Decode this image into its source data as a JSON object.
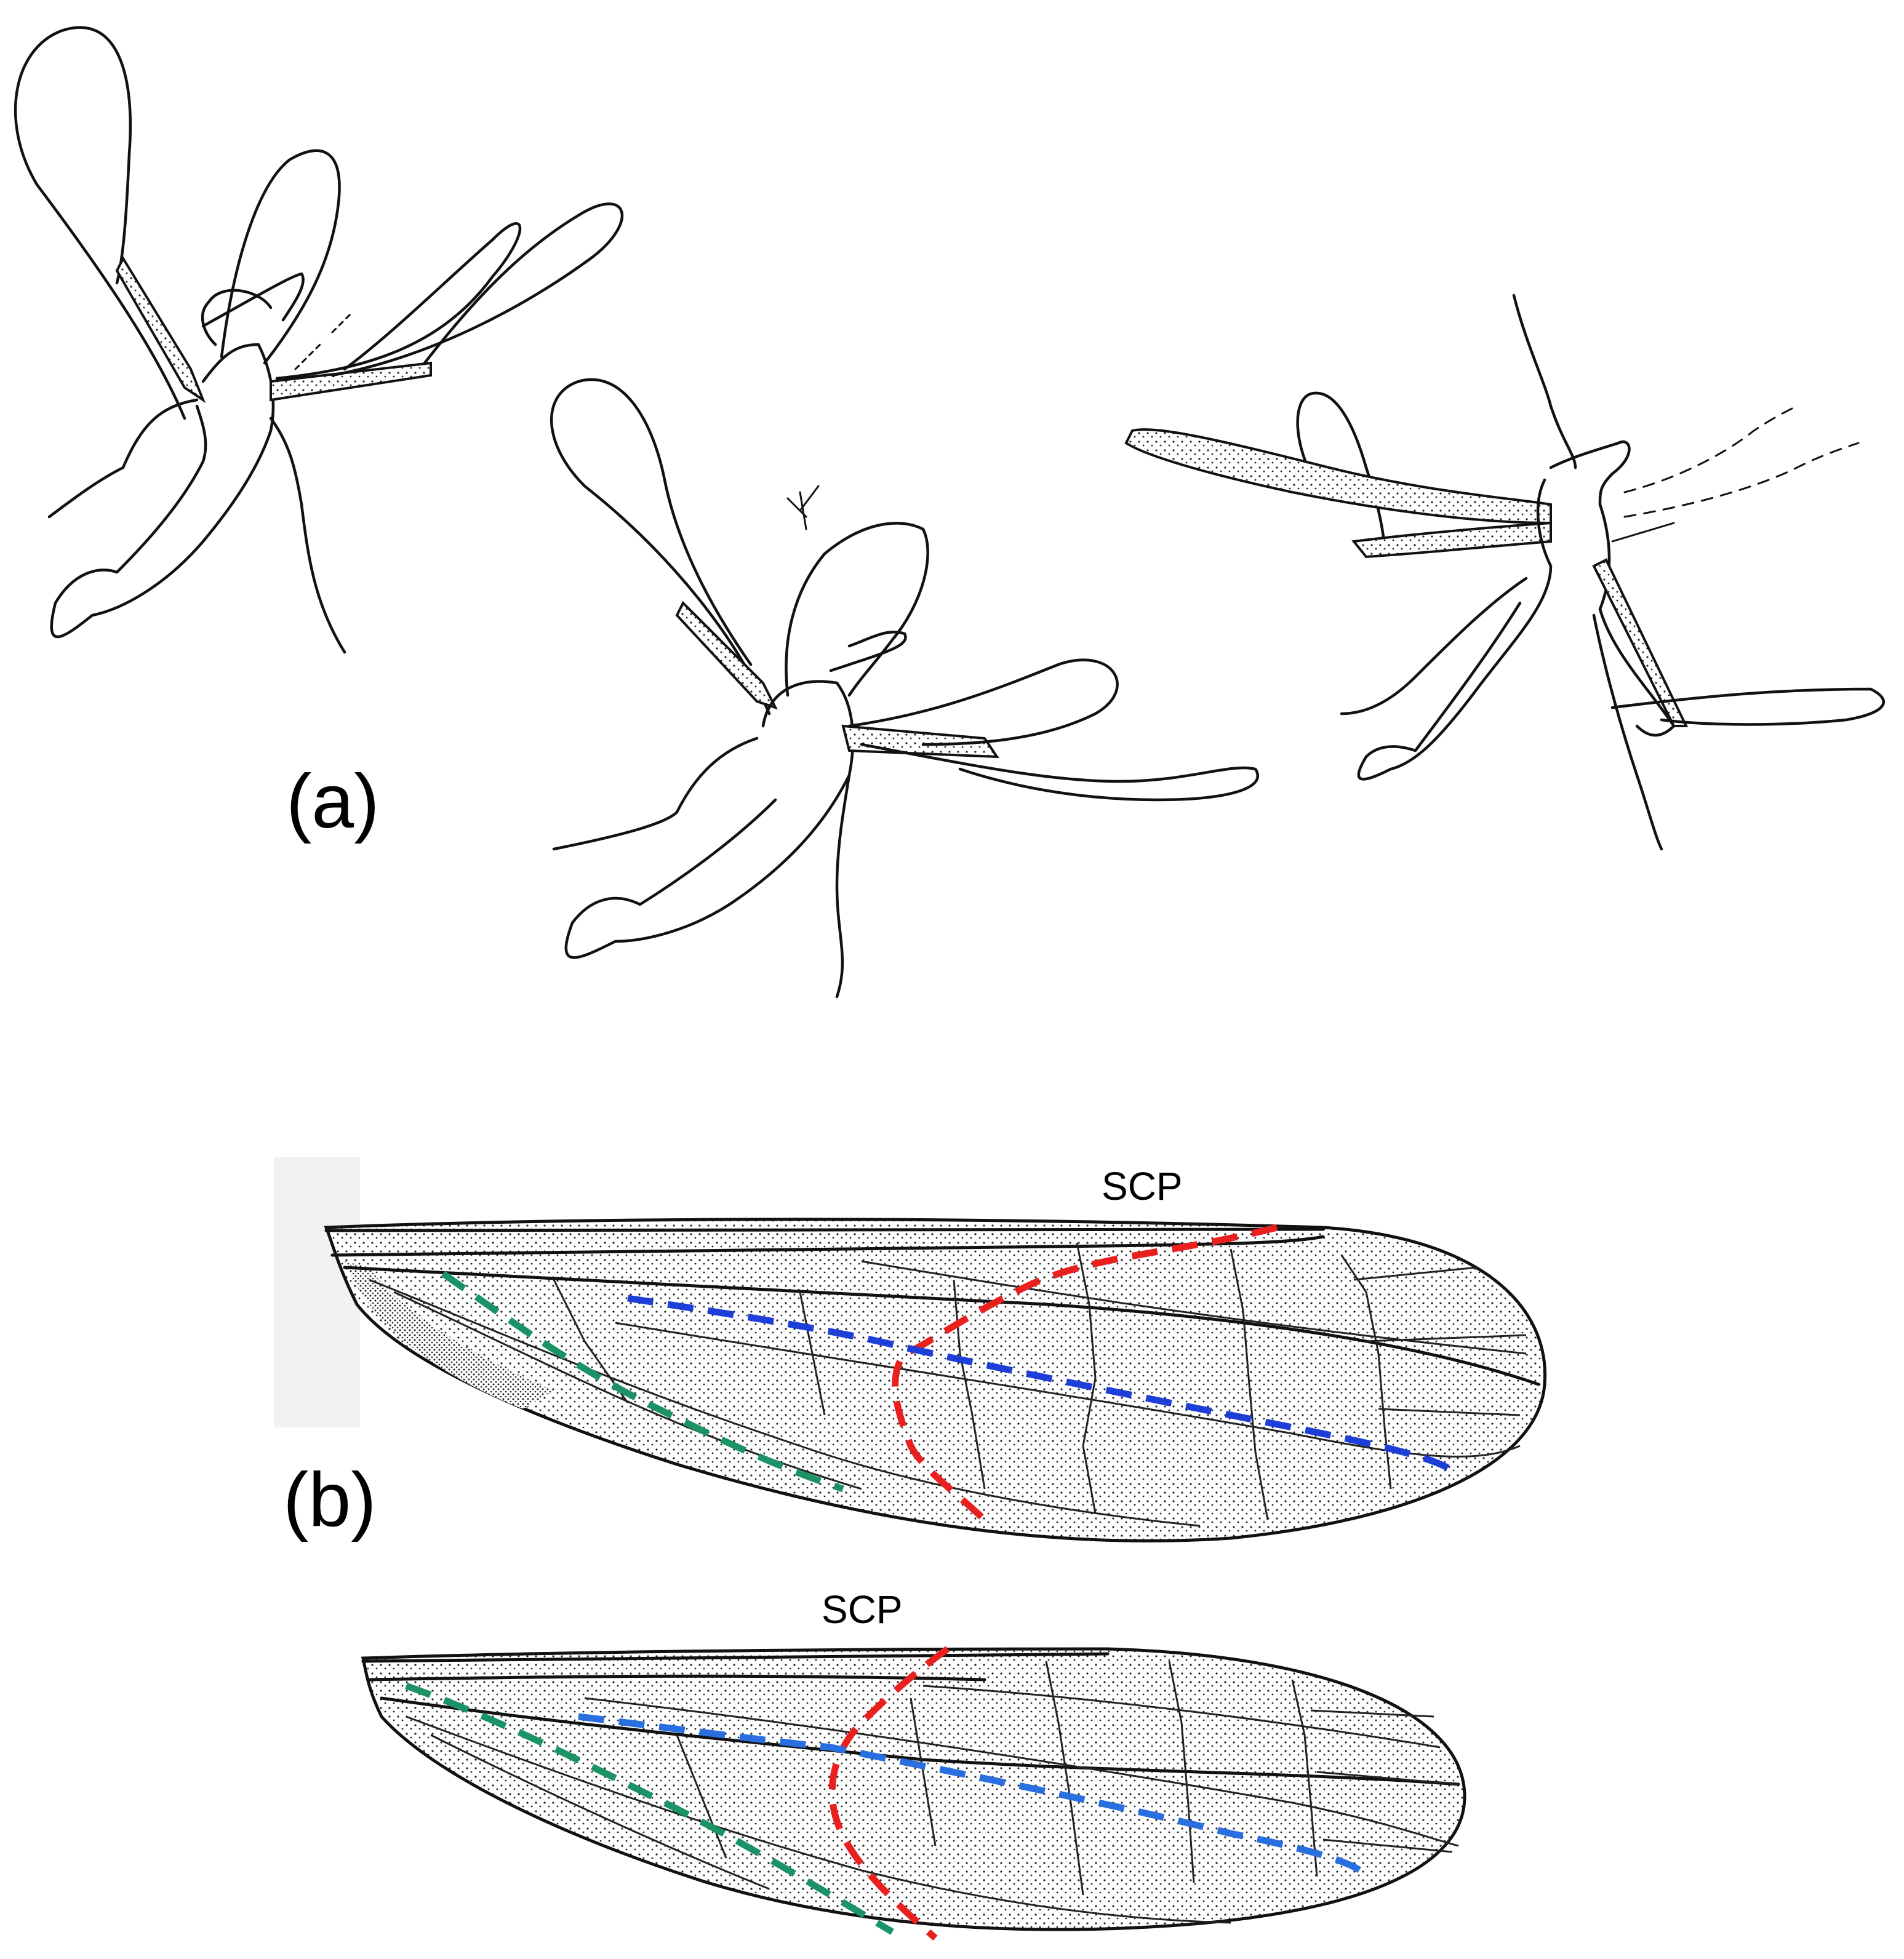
{
  "panels": {
    "a": {
      "label": "(a)"
    },
    "b": {
      "label": "(b)"
    }
  },
  "wings": {
    "upper": {
      "annotation": "SCP"
    },
    "lower": {
      "annotation": "SCP"
    }
  },
  "colors": {
    "red_line": "#e8201e",
    "blue_line": "#1d3fd8",
    "light_blue_line": "#2a6fe0",
    "green_line": "#1b9367",
    "ink": "#111111",
    "background": "#ffffff"
  }
}
